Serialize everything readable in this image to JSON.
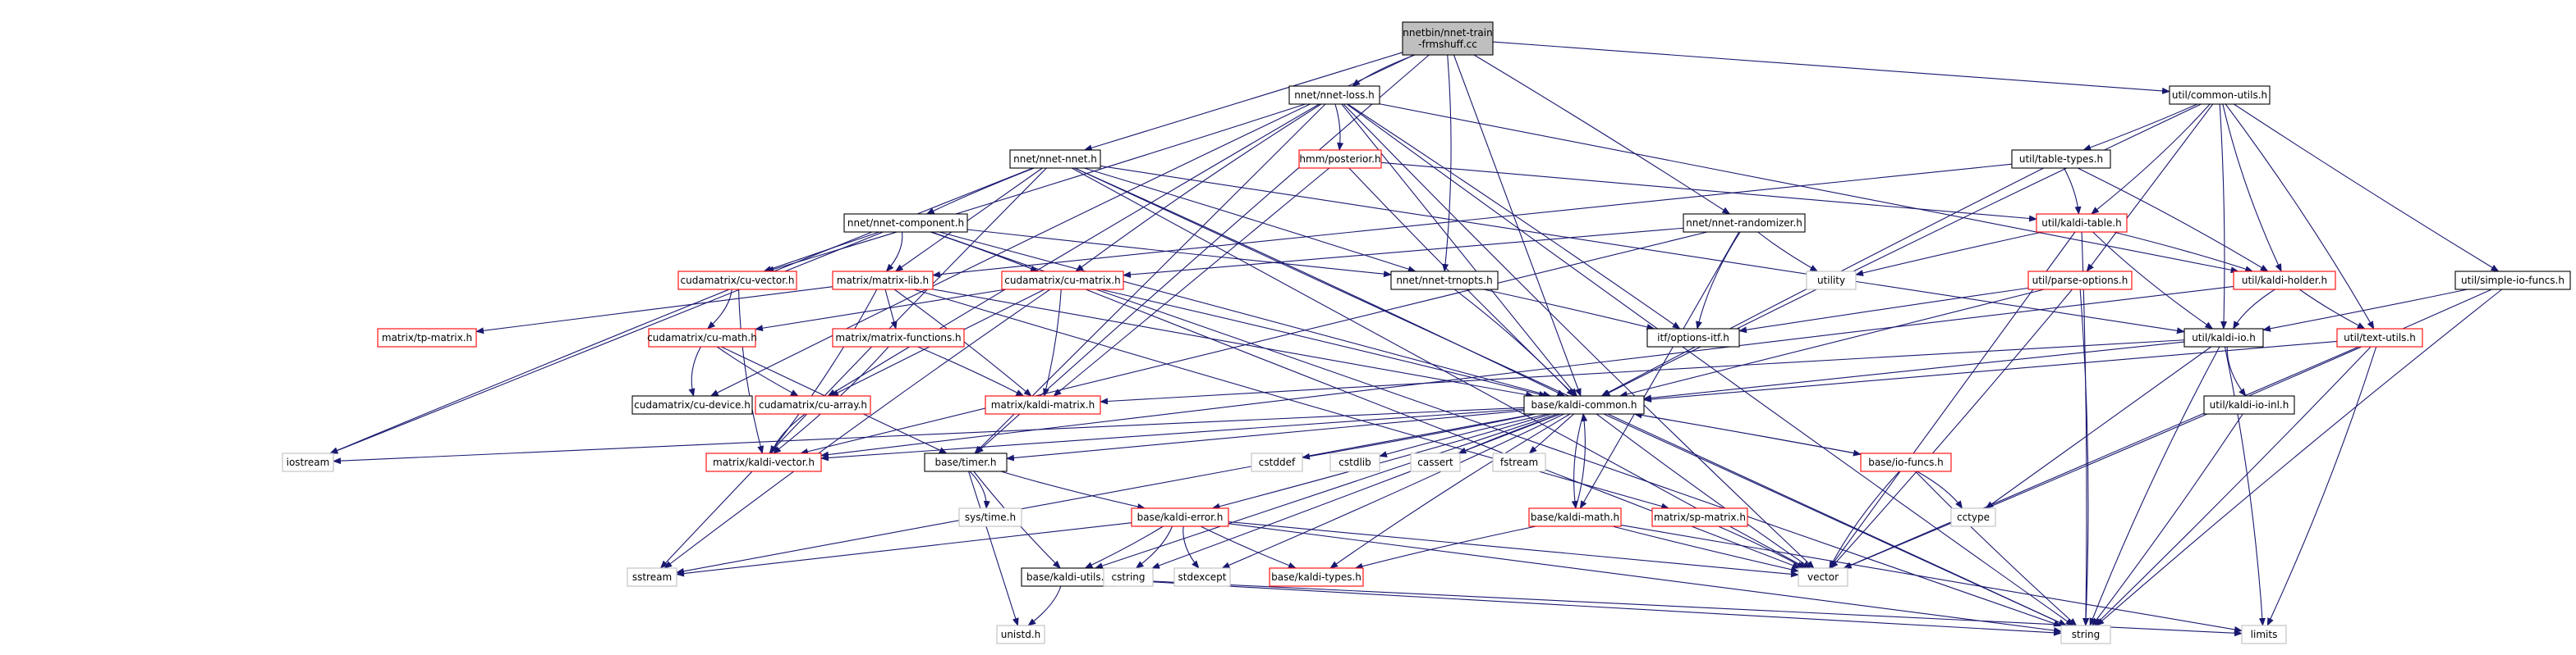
{
  "colors": {
    "edge": "#191970",
    "root_fill": "#bfbfbf",
    "border_root": "#000000",
    "border_documented": "#000000",
    "border_incomplete": "#ff0000",
    "border_system": "#bfbfbf"
  },
  "nodes": [
    {
      "id": "root",
      "lines": [
        "nnetbin/nnet-train",
        "-frmshuff.cc"
      ],
      "kind": "root"
    },
    {
      "id": "nnet_loss",
      "lines": [
        "nnet/nnet-loss.h"
      ],
      "kind": "documented"
    },
    {
      "id": "common_utils",
      "lines": [
        "util/common-utils.h"
      ],
      "kind": "documented"
    },
    {
      "id": "nnet_nnet",
      "lines": [
        "nnet/nnet-nnet.h"
      ],
      "kind": "documented"
    },
    {
      "id": "hmm_posterior",
      "lines": [
        "hmm/posterior.h"
      ],
      "kind": "incomplete"
    },
    {
      "id": "table_types",
      "lines": [
        "util/table-types.h"
      ],
      "kind": "documented"
    },
    {
      "id": "nnet_component",
      "lines": [
        "nnet/nnet-component.h"
      ],
      "kind": "documented"
    },
    {
      "id": "nnet_randomizer",
      "lines": [
        "nnet/nnet-randomizer.h"
      ],
      "kind": "documented"
    },
    {
      "id": "kaldi_table",
      "lines": [
        "util/kaldi-table.h"
      ],
      "kind": "incomplete"
    },
    {
      "id": "cu_vector",
      "lines": [
        "cudamatrix/cu-vector.h"
      ],
      "kind": "incomplete"
    },
    {
      "id": "matrix_lib",
      "lines": [
        "matrix/matrix-lib.h"
      ],
      "kind": "incomplete"
    },
    {
      "id": "cu_matrix",
      "lines": [
        "cudamatrix/cu-matrix.h"
      ],
      "kind": "incomplete"
    },
    {
      "id": "nnet_trnopts",
      "lines": [
        "nnet/nnet-trnopts.h"
      ],
      "kind": "documented"
    },
    {
      "id": "utility",
      "lines": [
        "utility"
      ],
      "kind": "system"
    },
    {
      "id": "kaldi_holder",
      "lines": [
        "util/kaldi-holder.h"
      ],
      "kind": "incomplete"
    },
    {
      "id": "simple_io_funcs",
      "lines": [
        "util/simple-io-funcs.h"
      ],
      "kind": "documented"
    },
    {
      "id": "parse_options",
      "lines": [
        "util/parse-options.h"
      ],
      "kind": "incomplete"
    },
    {
      "id": "tp_matrix",
      "lines": [
        "matrix/tp-matrix.h"
      ],
      "kind": "incomplete"
    },
    {
      "id": "cu_math",
      "lines": [
        "cudamatrix/cu-math.h"
      ],
      "kind": "incomplete"
    },
    {
      "id": "matrix_functions",
      "lines": [
        "matrix/matrix-functions.h"
      ],
      "kind": "incomplete"
    },
    {
      "id": "itf_options",
      "lines": [
        "itf/options-itf.h"
      ],
      "kind": "documented"
    },
    {
      "id": "kaldi_io",
      "lines": [
        "util/kaldi-io.h"
      ],
      "kind": "documented"
    },
    {
      "id": "text_utils",
      "lines": [
        "util/text-utils.h"
      ],
      "kind": "incomplete"
    },
    {
      "id": "cu_device",
      "lines": [
        "cudamatrix/cu-device.h"
      ],
      "kind": "documented"
    },
    {
      "id": "cu_array",
      "lines": [
        "cudamatrix/cu-array.h"
      ],
      "kind": "incomplete"
    },
    {
      "id": "kaldi_matrix",
      "lines": [
        "matrix/kaldi-matrix.h"
      ],
      "kind": "incomplete"
    },
    {
      "id": "kaldi_common",
      "lines": [
        "base/kaldi-common.h"
      ],
      "kind": "documented"
    },
    {
      "id": "kaldi_io_inl",
      "lines": [
        "util/kaldi-io-inl.h"
      ],
      "kind": "documented"
    },
    {
      "id": "iostream",
      "lines": [
        "iostream"
      ],
      "kind": "system"
    },
    {
      "id": "kaldi_vector",
      "lines": [
        "matrix/kaldi-vector.h"
      ],
      "kind": "incomplete"
    },
    {
      "id": "timer",
      "lines": [
        "base/timer.h"
      ],
      "kind": "documented"
    },
    {
      "id": "cstddef",
      "lines": [
        "cstddef"
      ],
      "kind": "system"
    },
    {
      "id": "cstdlib",
      "lines": [
        "cstdlib"
      ],
      "kind": "system"
    },
    {
      "id": "cassert",
      "lines": [
        "cassert"
      ],
      "kind": "system"
    },
    {
      "id": "fstream",
      "lines": [
        "fstream"
      ],
      "kind": "system"
    },
    {
      "id": "io_funcs",
      "lines": [
        "base/io-funcs.h"
      ],
      "kind": "incomplete"
    },
    {
      "id": "cctype",
      "lines": [
        "cctype"
      ],
      "kind": "system"
    },
    {
      "id": "sys_time",
      "lines": [
        "sys/time.h"
      ],
      "kind": "system"
    },
    {
      "id": "kaldi_error",
      "lines": [
        "base/kaldi-error.h"
      ],
      "kind": "incomplete"
    },
    {
      "id": "kaldi_math",
      "lines": [
        "base/kaldi-math.h"
      ],
      "kind": "incomplete"
    },
    {
      "id": "sp_matrix",
      "lines": [
        "matrix/sp-matrix.h"
      ],
      "kind": "incomplete"
    },
    {
      "id": "sstream",
      "lines": [
        "sstream"
      ],
      "kind": "system"
    },
    {
      "id": "kaldi_utils",
      "lines": [
        "base/kaldi-utils.h"
      ],
      "kind": "documented"
    },
    {
      "id": "cstring",
      "lines": [
        "cstring"
      ],
      "kind": "system"
    },
    {
      "id": "stdexcept",
      "lines": [
        "stdexcept"
      ],
      "kind": "system"
    },
    {
      "id": "kaldi_types",
      "lines": [
        "base/kaldi-types.h"
      ],
      "kind": "incomplete"
    },
    {
      "id": "vector",
      "lines": [
        "vector"
      ],
      "kind": "system"
    },
    {
      "id": "unistd",
      "lines": [
        "unistd.h"
      ],
      "kind": "system"
    },
    {
      "id": "string",
      "lines": [
        "string"
      ],
      "kind": "system"
    },
    {
      "id": "limits",
      "lines": [
        "limits"
      ],
      "kind": "system"
    }
  ],
  "edges": [
    [
      "root",
      "nnet_loss"
    ],
    [
      "root",
      "common_utils"
    ],
    [
      "root",
      "nnet_nnet"
    ],
    [
      "root",
      "nnet_randomizer"
    ],
    [
      "root",
      "nnet_trnopts"
    ],
    [
      "root",
      "cu_device"
    ],
    [
      "root",
      "timer"
    ],
    [
      "root",
      "kaldi_common"
    ],
    [
      "nnet_loss",
      "hmm_posterior"
    ],
    [
      "nnet_loss",
      "cu_vector"
    ],
    [
      "nnet_loss",
      "cu_matrix"
    ],
    [
      "nnet_loss",
      "cu_array"
    ],
    [
      "nnet_loss",
      "kaldi_common"
    ],
    [
      "nnet_loss",
      "itf_options"
    ],
    [
      "nnet_loss",
      "kaldi_holder"
    ],
    [
      "nnet_loss",
      "vector"
    ],
    [
      "nnet_loss",
      "string"
    ],
    [
      "nnet_loss",
      "timer"
    ],
    [
      "common_utils",
      "table_types"
    ],
    [
      "common_utils",
      "kaldi_table"
    ],
    [
      "common_utils",
      "kaldi_holder"
    ],
    [
      "common_utils",
      "simple_io_funcs"
    ],
    [
      "common_utils",
      "parse_options"
    ],
    [
      "common_utils",
      "kaldi_io"
    ],
    [
      "common_utils",
      "text_utils"
    ],
    [
      "common_utils",
      "kaldi_common"
    ],
    [
      "nnet_nnet",
      "nnet_component"
    ],
    [
      "nnet_nnet",
      "matrix_lib"
    ],
    [
      "nnet_nnet",
      "nnet_trnopts"
    ],
    [
      "nnet_nnet",
      "kaldi_common"
    ],
    [
      "nnet_nnet",
      "iostream"
    ],
    [
      "nnet_nnet",
      "sstream"
    ],
    [
      "nnet_nnet",
      "vector"
    ],
    [
      "nnet_nnet",
      "string"
    ],
    [
      "nnet_nnet",
      "kaldi_io"
    ],
    [
      "hmm_posterior",
      "kaldi_table"
    ],
    [
      "hmm_posterior",
      "kaldi_common"
    ],
    [
      "hmm_posterior",
      "kaldi_matrix"
    ],
    [
      "table_types",
      "kaldi_table"
    ],
    [
      "table_types",
      "kaldi_holder"
    ],
    [
      "table_types",
      "matrix_lib"
    ],
    [
      "table_types",
      "kaldi_common"
    ],
    [
      "nnet_component",
      "cu_vector"
    ],
    [
      "nnet_component",
      "cu_matrix"
    ],
    [
      "nnet_component",
      "matrix_lib"
    ],
    [
      "nnet_component",
      "nnet_trnopts"
    ],
    [
      "nnet_component",
      "kaldi_common"
    ],
    [
      "nnet_component",
      "iostream"
    ],
    [
      "nnet_component",
      "string"
    ],
    [
      "nnet_randomizer",
      "cu_matrix"
    ],
    [
      "nnet_randomizer",
      "itf_options"
    ],
    [
      "nnet_randomizer",
      "utility"
    ],
    [
      "nnet_randomizer",
      "kaldi_math"
    ],
    [
      "nnet_randomizer",
      "kaldi_vector"
    ],
    [
      "kaldi_table",
      "kaldi_holder"
    ],
    [
      "kaldi_table",
      "kaldi_io"
    ],
    [
      "kaldi_table",
      "utility"
    ],
    [
      "kaldi_table",
      "vector"
    ],
    [
      "kaldi_table",
      "string"
    ],
    [
      "cu_vector",
      "cu_math"
    ],
    [
      "cu_vector",
      "kaldi_vector"
    ],
    [
      "matrix_lib",
      "tp_matrix"
    ],
    [
      "matrix_lib",
      "matrix_functions"
    ],
    [
      "matrix_lib",
      "kaldi_matrix"
    ],
    [
      "matrix_lib",
      "kaldi_vector"
    ],
    [
      "matrix_lib",
      "sp_matrix"
    ],
    [
      "matrix_lib",
      "kaldi_common"
    ],
    [
      "cu_matrix",
      "cu_math"
    ],
    [
      "cu_matrix",
      "kaldi_matrix"
    ],
    [
      "cu_matrix",
      "kaldi_common"
    ],
    [
      "cu_matrix",
      "sstream"
    ],
    [
      "cu_matrix",
      "vector"
    ],
    [
      "cu_matrix",
      "cu_array"
    ],
    [
      "nnet_trnopts",
      "itf_options"
    ],
    [
      "nnet_trnopts",
      "kaldi_common"
    ],
    [
      "kaldi_holder",
      "kaldi_io"
    ],
    [
      "kaldi_holder",
      "text_utils"
    ],
    [
      "kaldi_holder",
      "kaldi_vector"
    ],
    [
      "simple_io_funcs",
      "kaldi_io"
    ],
    [
      "simple_io_funcs",
      "vector"
    ],
    [
      "simple_io_funcs",
      "string"
    ],
    [
      "parse_options",
      "itf_options"
    ],
    [
      "parse_options",
      "kaldi_common"
    ],
    [
      "parse_options",
      "vector"
    ],
    [
      "parse_options",
      "string"
    ],
    [
      "cu_math",
      "cu_device"
    ],
    [
      "cu_math",
      "cu_array"
    ],
    [
      "cu_math",
      "timer"
    ],
    [
      "matrix_functions",
      "kaldi_matrix"
    ],
    [
      "matrix_functions",
      "kaldi_vector"
    ],
    [
      "kaldi_io",
      "kaldi_io_inl"
    ],
    [
      "kaldi_io",
      "kaldi_common"
    ],
    [
      "kaldi_io",
      "cctype"
    ],
    [
      "kaldi_io",
      "kaldi_matrix"
    ],
    [
      "kaldi_io",
      "limits"
    ],
    [
      "kaldi_io",
      "string"
    ],
    [
      "text_utils",
      "kaldi_common"
    ],
    [
      "text_utils",
      "vector"
    ],
    [
      "text_utils",
      "string"
    ],
    [
      "text_utils",
      "limits"
    ],
    [
      "cu_array",
      "kaldi_vector"
    ],
    [
      "kaldi_common",
      "kaldi_vector"
    ],
    [
      "kaldi_common",
      "iostream"
    ],
    [
      "kaldi_common",
      "timer"
    ],
    [
      "kaldi_common",
      "cstddef"
    ],
    [
      "kaldi_common",
      "cstdlib"
    ],
    [
      "kaldi_common",
      "cassert"
    ],
    [
      "kaldi_common",
      "fstream"
    ],
    [
      "kaldi_common",
      "io_funcs"
    ],
    [
      "kaldi_common",
      "kaldi_error"
    ],
    [
      "kaldi_common",
      "kaldi_math"
    ],
    [
      "kaldi_common",
      "sstream"
    ],
    [
      "kaldi_common",
      "kaldi_utils"
    ],
    [
      "kaldi_common",
      "cstring"
    ],
    [
      "kaldi_common",
      "stdexcept"
    ],
    [
      "kaldi_common",
      "kaldi_types"
    ],
    [
      "kaldi_common",
      "vector"
    ],
    [
      "kaldi_common",
      "string"
    ],
    [
      "kaldi_io_inl",
      "string"
    ],
    [
      "timer",
      "sys_time"
    ],
    [
      "timer",
      "kaldi_error"
    ],
    [
      "timer",
      "kaldi_utils"
    ],
    [
      "timer",
      "unistd"
    ],
    [
      "io_funcs",
      "kaldi_common"
    ],
    [
      "io_funcs",
      "cctype"
    ],
    [
      "io_funcs",
      "vector"
    ],
    [
      "io_funcs",
      "string"
    ],
    [
      "kaldi_error",
      "sstream"
    ],
    [
      "kaldi_error",
      "kaldi_utils"
    ],
    [
      "kaldi_error",
      "cstring"
    ],
    [
      "kaldi_error",
      "stdexcept"
    ],
    [
      "kaldi_error",
      "kaldi_types"
    ],
    [
      "kaldi_error",
      "vector"
    ],
    [
      "kaldi_error",
      "string"
    ],
    [
      "kaldi_math",
      "kaldi_common"
    ],
    [
      "kaldi_math",
      "kaldi_types"
    ],
    [
      "kaldi_math",
      "vector"
    ],
    [
      "kaldi_math",
      "limits"
    ],
    [
      "sp_matrix",
      "vector"
    ],
    [
      "kaldi_utils",
      "unistd"
    ],
    [
      "kaldi_utils",
      "string"
    ],
    [
      "kaldi_utils",
      "limits"
    ]
  ]
}
